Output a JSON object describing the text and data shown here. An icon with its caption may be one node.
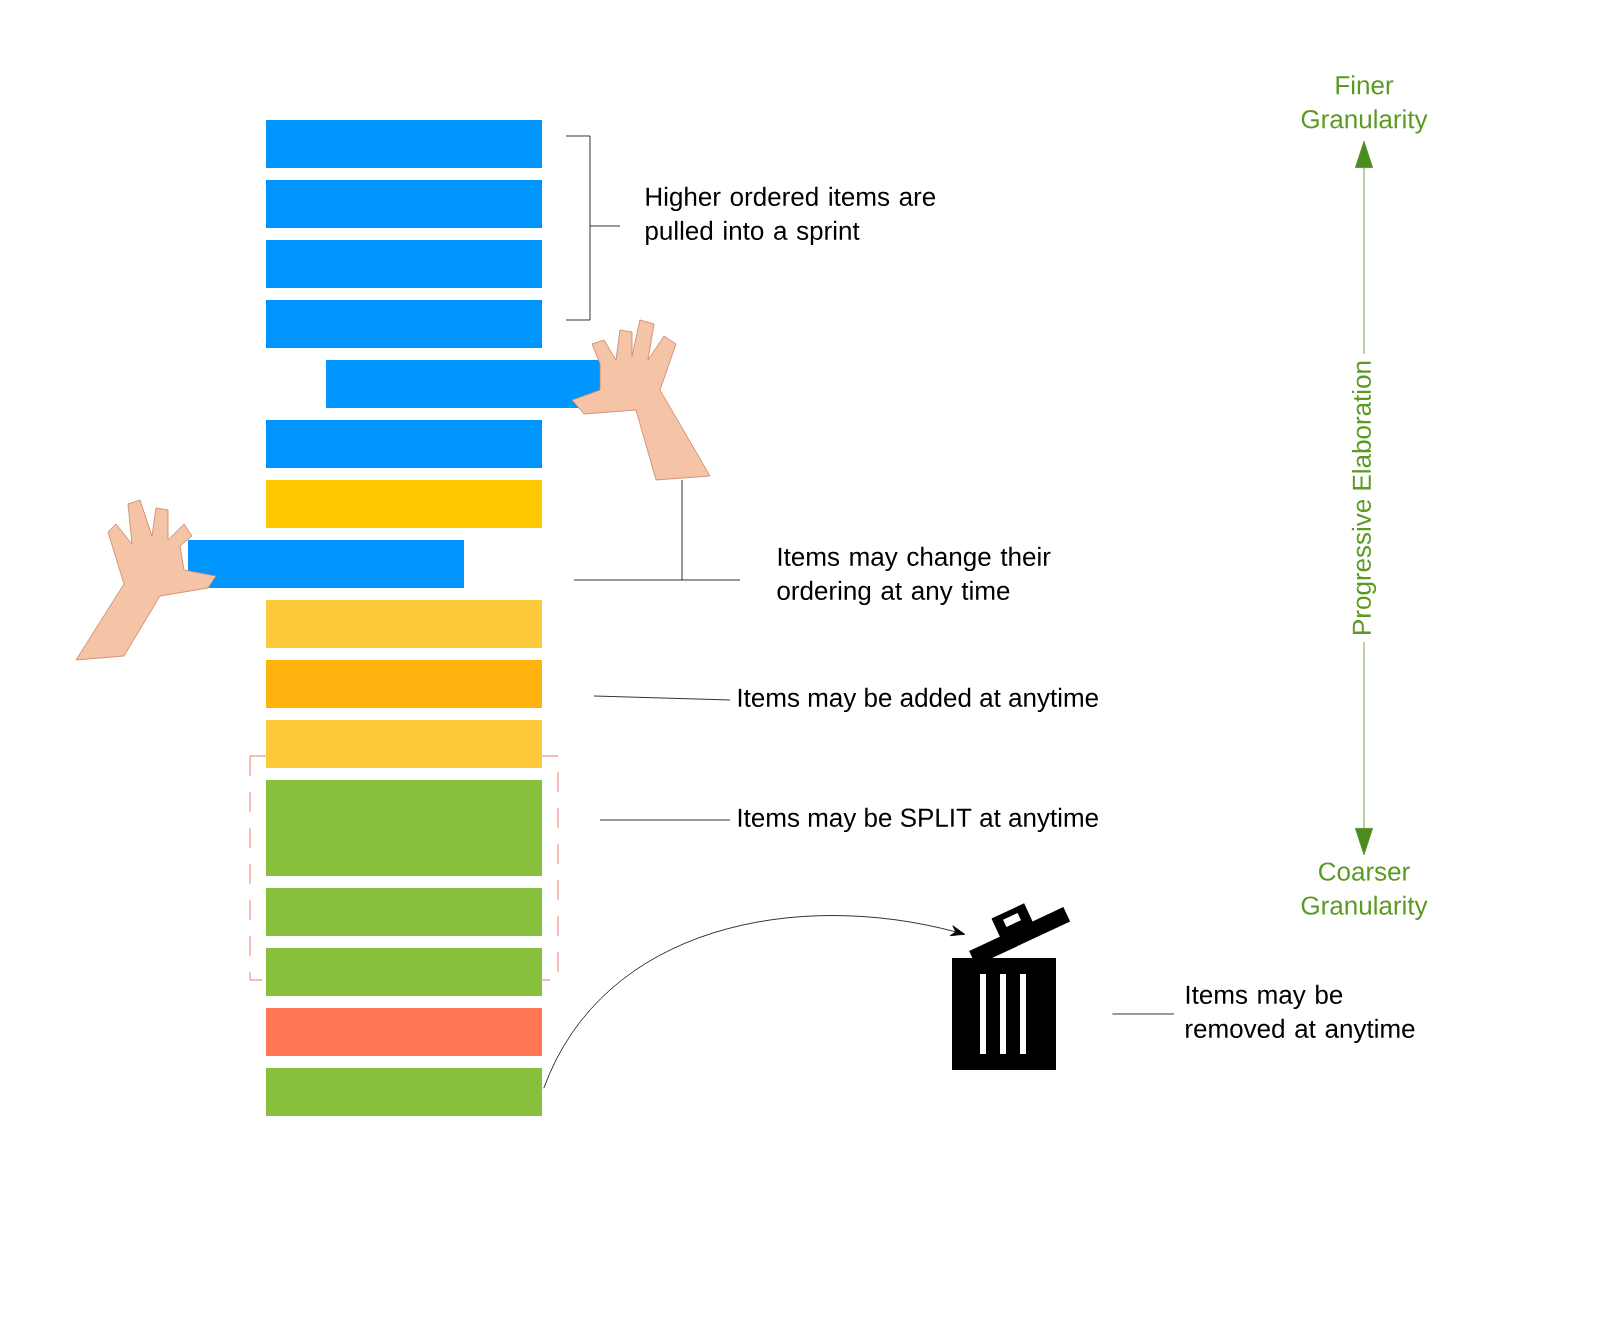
{
  "diagram": {
    "nodes": [
      {
        "text": [],
        "shape": "bar"
      },
      {
        "text": [],
        "shape": "bar"
      },
      {
        "text": [],
        "shape": "bar"
      },
      {
        "text": [],
        "shape": "bar"
      },
      {
        "text": [],
        "shape": "bar"
      },
      {
        "text": [],
        "shape": "bar"
      },
      {
        "text": [],
        "shape": "bar"
      },
      {
        "text": [],
        "shape": "bar"
      },
      {
        "text": [],
        "shape": "bar"
      },
      {
        "text": [],
        "shape": "bar"
      },
      {
        "text": [],
        "shape": "bar"
      },
      {
        "text": [],
        "shape": "bar"
      },
      {
        "text": [],
        "shape": "bar"
      },
      {
        "text": [],
        "shape": "bar"
      },
      {
        "text": [],
        "shape": "bar"
      },
      {
        "text": [],
        "shape": "bar"
      },
      {
        "text": [
          "Higher ordered items are pulled into a sprint"
        ]
      },
      {
        "text": [
          "Items may change their ordering at any time"
        ]
      },
      {
        "text": [
          "Items may be added at anytime"
        ]
      },
      {
        "text": [
          "Items may be SPLIT at anytime"
        ]
      },
      {
        "text": [],
        "shape": "bin"
      },
      {
        "text": [
          "Items may be removed at anytime"
        ]
      },
      {
        "text": [
          "Finer Granularity"
        ]
      },
      {
        "text": [
          "Coarser Granularity"
        ]
      }
    ],
    "edges": [
      {
        "from": 15,
        "to": 20,
        "arrow": "to"
      },
      {
        "from": 21,
        "to": 20,
        "arrow": "none"
      },
      {
        "from": 18,
        "to": null,
        "arrow": "none"
      },
      {
        "from": 19,
        "to": null,
        "arrow": "none"
      },
      {
        "from": 22,
        "to": 23,
        "arrow": "both",
        "label": "Progressive Elaboration",
        "color": "#4c8c1c"
      }
    ]
  }
}
